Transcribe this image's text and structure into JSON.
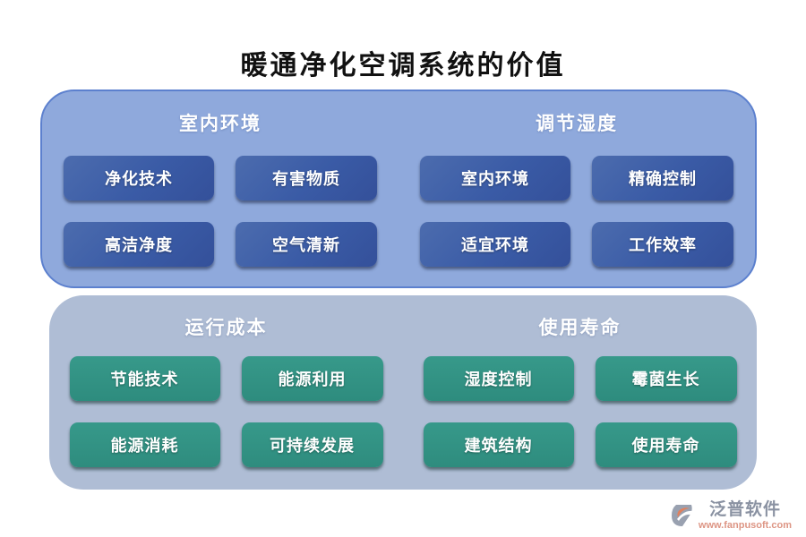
{
  "title": "暖通净化空调系统的价值",
  "panels": [
    {
      "name": "indoor-quality-panel",
      "sections": [
        {
          "header": "室内环境",
          "buttons": [
            "净化技术",
            "有害物质",
            "高洁净度",
            "空气清新"
          ]
        },
        {
          "header": "调节湿度",
          "buttons": [
            "室内环境",
            "精确控制",
            "适宜环境",
            "工作效率"
          ]
        }
      ]
    },
    {
      "name": "cost-lifespan-panel",
      "sections": [
        {
          "header": "运行成本",
          "buttons": [
            "节能技术",
            "能源利用",
            "能源消耗",
            "可持续发展"
          ]
        },
        {
          "header": "使用寿命",
          "buttons": [
            "湿度控制",
            "霉菌生长",
            "建筑结构",
            "使用寿命"
          ]
        }
      ]
    }
  ],
  "footer": {
    "brand": "泛普软件",
    "url": "www.fanpusoft.com"
  },
  "colors": {
    "panel_top_bg": "#8FA9DC",
    "panel_top_border": "#5C80CE",
    "panel_bottom_bg": "#AFBDD5",
    "button_blue_2": "#3A5BA6",
    "button_teal_2": "#2E8C7E",
    "brand_gray": "#8A92A2",
    "brand_url_color": "#DD9584",
    "title_color": "#111111"
  }
}
